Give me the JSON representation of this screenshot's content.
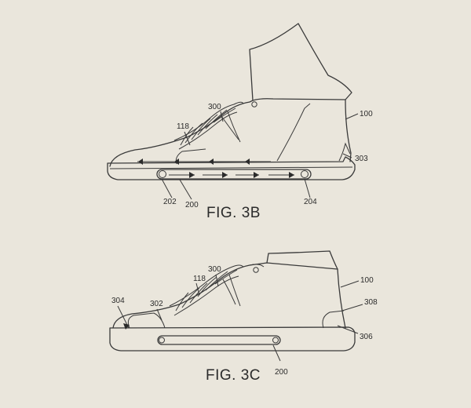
{
  "figures": [
    {
      "caption": "FIG. 3B",
      "labels": {
        "shoe": "100",
        "lace": "118",
        "channel": "200",
        "pulley_front": "202",
        "pulley_rear": "204",
        "tensioner": "300",
        "heel_counter": "303"
      }
    },
    {
      "caption": "FIG. 3C",
      "labels": {
        "shoe": "100",
        "lace": "118",
        "channel": "200",
        "tensioner": "300",
        "toe_piece": "302",
        "toe_cap": "304",
        "heel_piece": "306",
        "heel_counter": "308"
      }
    }
  ]
}
